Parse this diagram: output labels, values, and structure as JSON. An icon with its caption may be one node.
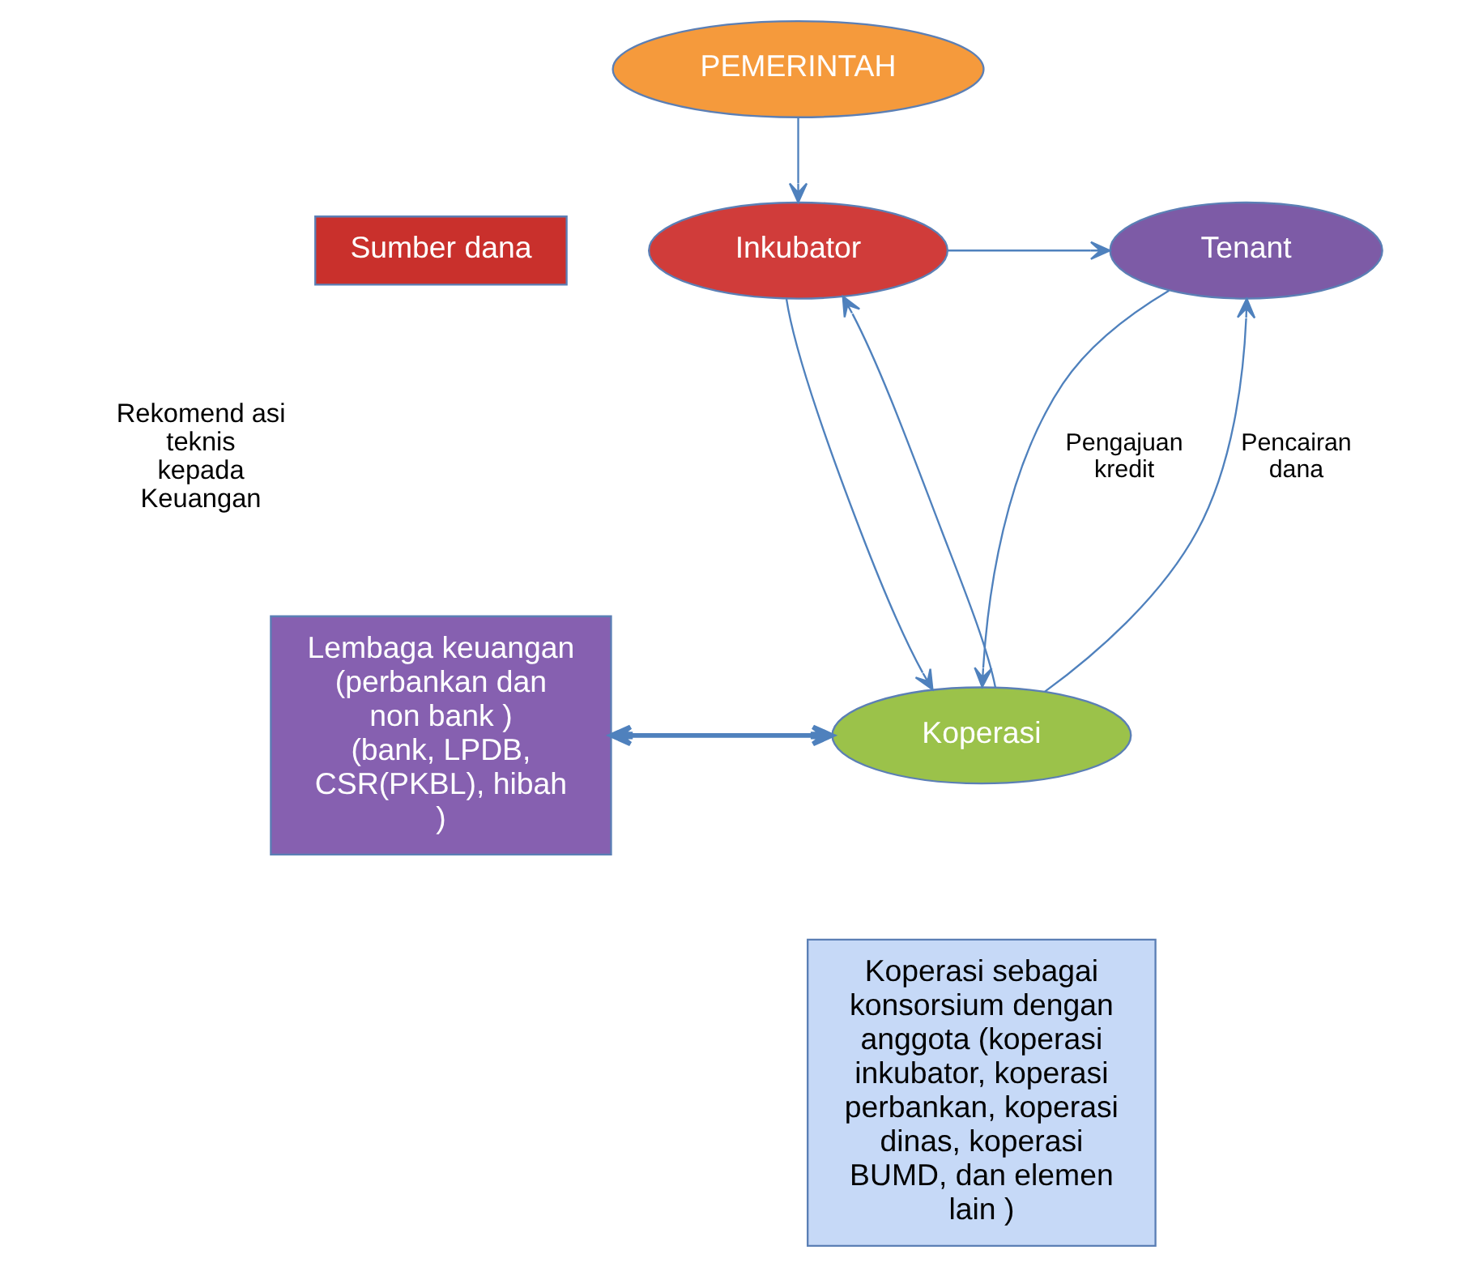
{
  "diagram": {
    "nodes": [
      {
        "text": [
          "PEMERINTAH"
        ]
      },
      {
        "text": [
          "Sumber dana"
        ]
      },
      {
        "text": [
          "Inkubator"
        ]
      },
      {
        "text": [
          "Tenant"
        ]
      },
      {
        "text": [
          "Lembaga keuangan (perbankan dan non bank ) (bank, LPDB, CSR(PKBL), hibah )"
        ]
      },
      {
        "text": [
          "Koperasi"
        ]
      },
      {
        "text": [
          "Koperasi sebagai konsorsium dengan anggota (koperasi inkubator, koperasi perbankan, koperasi dinas, koperasi BUMD, dan elemen lain )"
        ]
      }
    ],
    "edges": [
      {
        "from": 0,
        "to": 2,
        "arrow": "to"
      },
      {
        "from": 2,
        "to": 3,
        "arrow": "to"
      },
      {
        "from": 2,
        "to": 5,
        "arrow": "to"
      },
      {
        "from": 5,
        "to": 2,
        "arrow": "to"
      },
      {
        "from": 4,
        "to": 5,
        "arrow": "both",
        "style": "thick"
      },
      {
        "from": 3,
        "to": 5,
        "arrow": "to",
        "label": "Pengajuan kredit"
      },
      {
        "from": 5,
        "to": 3,
        "arrow": "to",
        "label": "Pencairan dana"
      }
    ],
    "labels": [
      "Rekomend asi teknis kepada Keuangan"
    ]
  }
}
